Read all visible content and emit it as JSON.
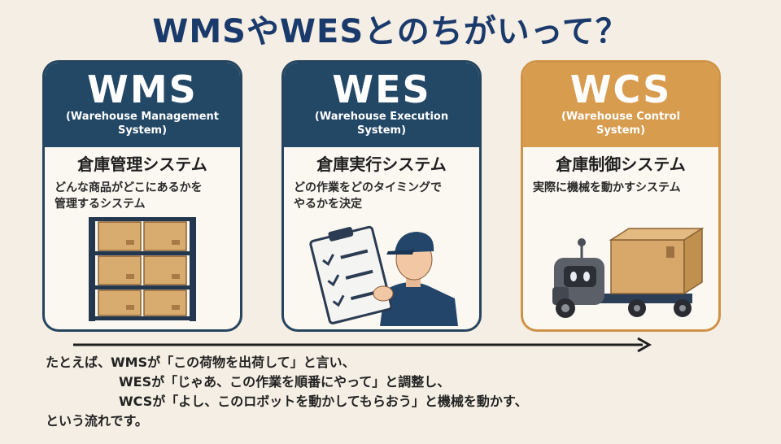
{
  "title": "WMSやWESとのちがいって？",
  "cards": [
    {
      "acronym": "WMS",
      "fullname_1": "(Warehouse Management",
      "fullname_2": "System)",
      "jp_name": "倉庫管理システム",
      "desc_1": "どんな商品がどこにあるかを",
      "desc_2": "管理するシステム",
      "illustration": "warehouse-shelf-icon"
    },
    {
      "acronym": "WES",
      "fullname_1": "(Warehouse Execution",
      "fullname_2": "System)",
      "jp_name": "倉庫実行システム",
      "desc_1": "どの作業をどのタイミングで",
      "desc_2": "やるかを決定",
      "illustration": "worker-clipboard-icon"
    },
    {
      "acronym": "WCS",
      "fullname_1": "(Warehouse Control",
      "fullname_2": "System)",
      "jp_name": "倉庫制御システム",
      "desc_1": "実際に機械を動かすシステム",
      "desc_2": "",
      "illustration": "robot-cart-icon"
    }
  ],
  "bottom_lines": [
    "たとえば、WMSが「この荷物を出荷して」と言い、",
    "WESが「じゃあ、この作業を順番にやって」と調整し、",
    "WCSが「よし、このロボットを動かしてもらおう」と機械を動かす、",
    "という流れです。"
  ],
  "colors": {
    "navy": "#234866",
    "orange": "#d89c4f",
    "title": "#1a3a6c",
    "background": "#f5eee4"
  }
}
